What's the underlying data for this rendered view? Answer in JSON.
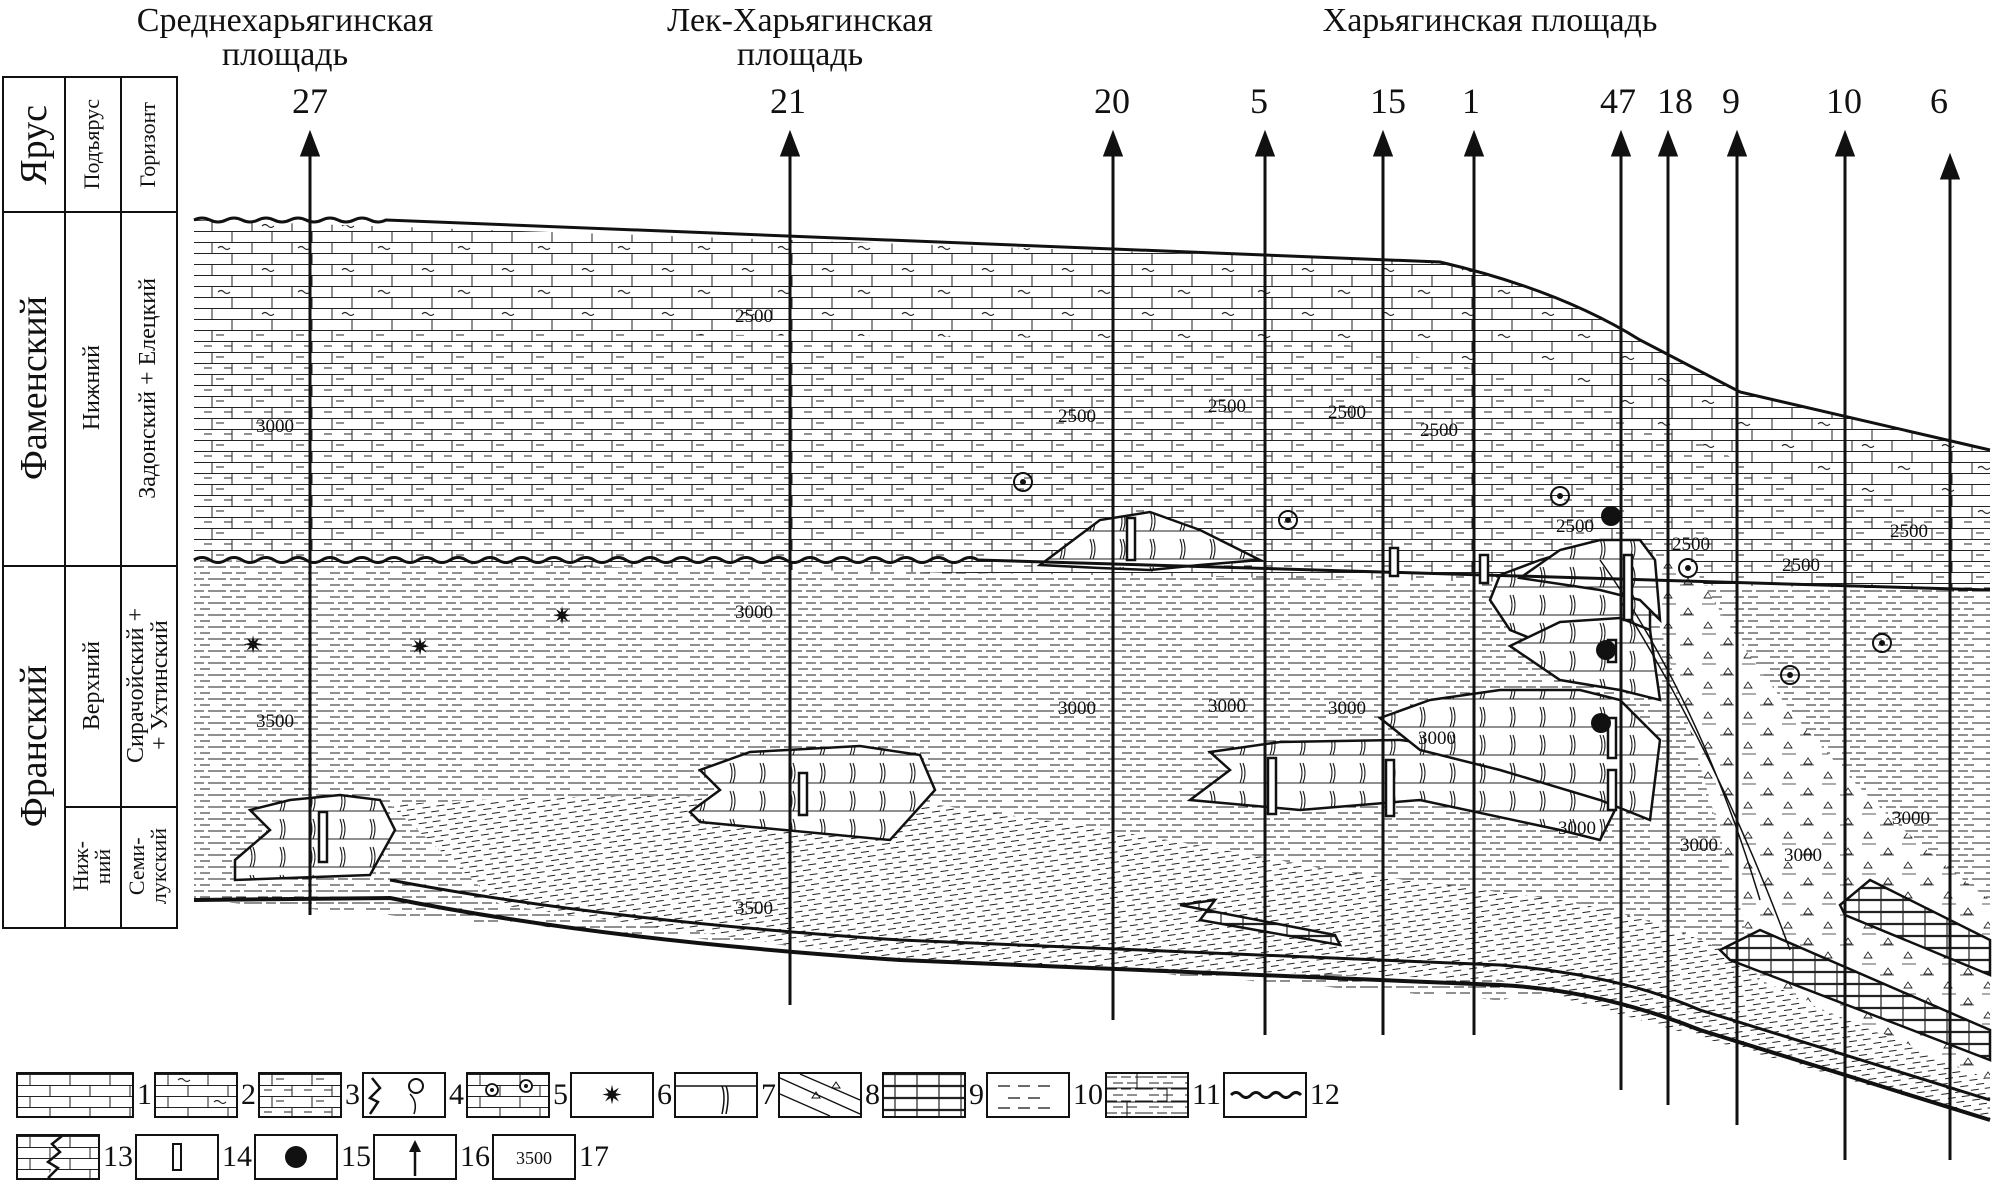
{
  "areas": [
    "Среднехарьягинская\nплощадь",
    "Лек-Харьягинская\nплощадь",
    "Харьягинская площадь"
  ],
  "wells": [
    "27",
    "21",
    "20",
    "5",
    "15",
    "1",
    "47",
    "18",
    "9",
    "10",
    "6"
  ],
  "table": {
    "header": {
      "stage": "Ярус",
      "substage": "Подъярус",
      "horizon": "Горизонт"
    },
    "rows": [
      {
        "stage": "Фаменский",
        "substage": "Нижний",
        "horizon": "Задонский + Елецкий"
      },
      {
        "stage": "Франский",
        "substage": "Верхний",
        "horizon": "Сирачойский +\n+ Ухтинский"
      },
      {
        "stage": "",
        "substage": "Ниж-\nний",
        "horizon": "Семи-\nлукский"
      }
    ]
  },
  "depth_labels": [
    "2500",
    "3000",
    "3500"
  ],
  "legend": {
    "items": [
      "1",
      "2",
      "3",
      "4",
      "5",
      "6",
      "7",
      "8",
      "9",
      "10",
      "11",
      "12",
      "13",
      "14",
      "15",
      "16",
      "17"
    ],
    "sample_depth": "3500"
  },
  "colors": {
    "ink": "#111111",
    "paper": "#ffffff"
  }
}
